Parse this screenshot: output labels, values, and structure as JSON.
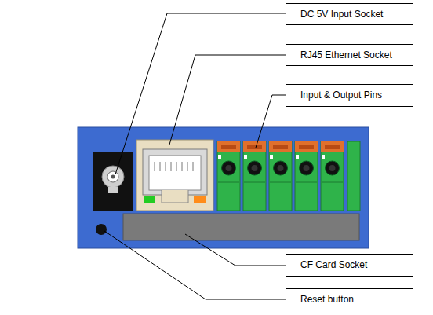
{
  "diagram": {
    "nodes": [
      {
        "text": [
          "DC 5V Input Socket"
        ]
      },
      {
        "text": [
          "RJ45 Ethernet Socket"
        ]
      },
      {
        "text": [
          "Input & Output Pins"
        ]
      },
      {
        "text": [
          "CF Card Socket"
        ]
      },
      {
        "text": [
          "Reset button"
        ]
      }
    ]
  }
}
